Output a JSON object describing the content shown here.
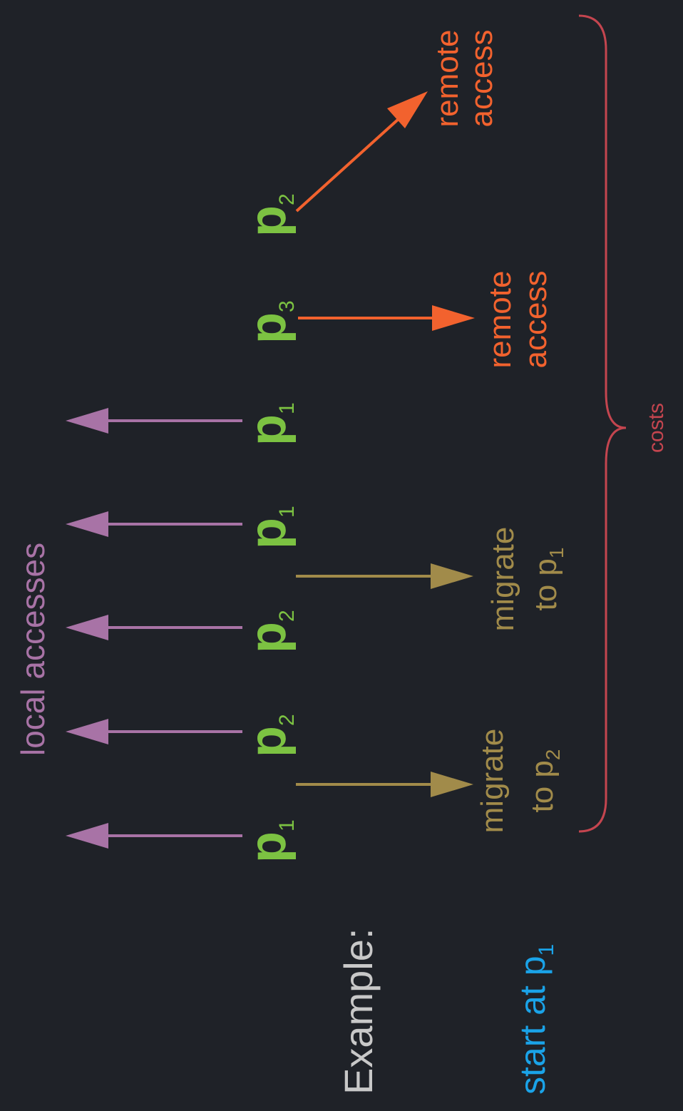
{
  "title": "Example:",
  "start": {
    "text": "start at p",
    "sub": "1"
  },
  "local_label": "local accesses",
  "costs_label": "costs",
  "sequence": [
    {
      "base": "p",
      "sub": "1"
    },
    {
      "base": "p",
      "sub": "2"
    },
    {
      "base": "p",
      "sub": "2"
    },
    {
      "base": "p",
      "sub": "1"
    },
    {
      "base": "p",
      "sub": "1"
    },
    {
      "base": "p",
      "sub": "3"
    },
    {
      "base": "p",
      "sub": "2"
    }
  ],
  "migrate_1": {
    "line1": "migrate",
    "line2": "to p",
    "sub": "2"
  },
  "migrate_2": {
    "line1": "migrate",
    "line2": "to p",
    "sub": "1"
  },
  "remote_1": {
    "line1": "remote",
    "line2": "access"
  },
  "remote_2": {
    "line1": "remote",
    "line2": "access"
  },
  "colors": {
    "background": "#1f2228",
    "process": "#7cc242",
    "local": "#a873a6",
    "migrate": "#a18b4a",
    "remote": "#f2622e",
    "costs": "#c4454f",
    "start": "#1aa3e8",
    "title": "#c8c8c8"
  }
}
